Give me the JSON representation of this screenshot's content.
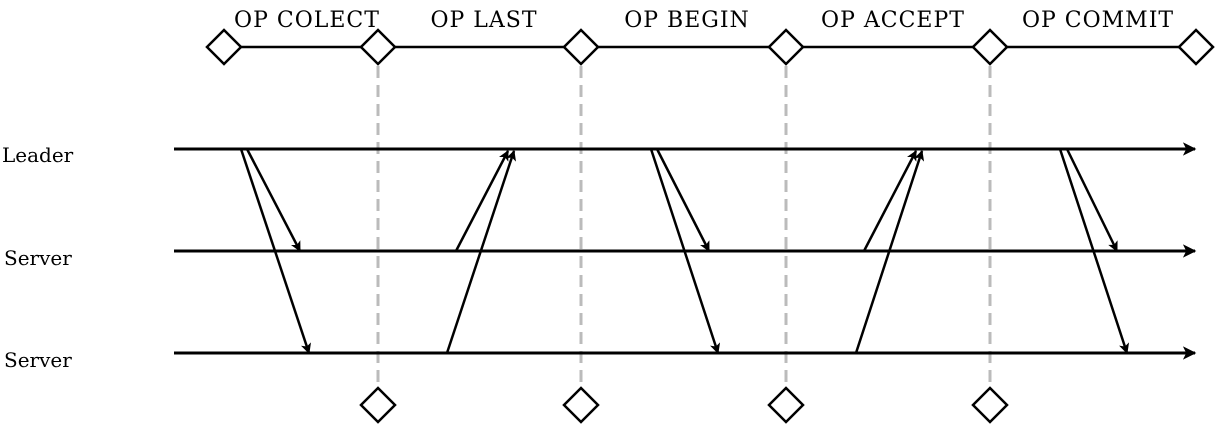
{
  "phases": [
    {
      "label": "OP COLECT"
    },
    {
      "label": "OP LAST"
    },
    {
      "label": "OP BEGIN"
    },
    {
      "label": "OP ACCEPT"
    },
    {
      "label": "OP COMMIT"
    }
  ],
  "lanes": [
    {
      "label": "Leader"
    },
    {
      "label": "Server"
    },
    {
      "label": "Server"
    }
  ],
  "messages": [
    {
      "from_lane": 0,
      "to_lane": 1,
      "phase": 0
    },
    {
      "from_lane": 0,
      "to_lane": 2,
      "phase": 0
    },
    {
      "from_lane": 1,
      "to_lane": 0,
      "phase": 1
    },
    {
      "from_lane": 2,
      "to_lane": 0,
      "phase": 1
    },
    {
      "from_lane": 0,
      "to_lane": 1,
      "phase": 2
    },
    {
      "from_lane": 0,
      "to_lane": 2,
      "phase": 2
    },
    {
      "from_lane": 1,
      "to_lane": 0,
      "phase": 3
    },
    {
      "from_lane": 2,
      "to_lane": 0,
      "phase": 3
    },
    {
      "from_lane": 0,
      "to_lane": 1,
      "phase": 4
    },
    {
      "from_lane": 0,
      "to_lane": 2,
      "phase": 4
    }
  ],
  "colors": {
    "line": "#000000",
    "divider": "#bbbbbb",
    "marker_fill": "#ffffff"
  }
}
